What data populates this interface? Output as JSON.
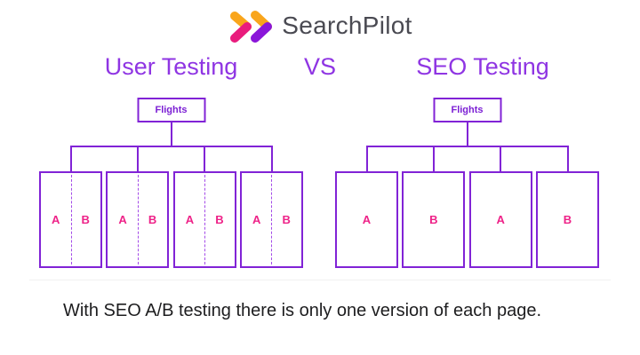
{
  "logo": {
    "text": "SearchPilot",
    "icon": "double-chevron-right-icon",
    "colors": {
      "amber": "#F9A51B",
      "pink": "#E91C7D",
      "purple": "#8A16D9",
      "text": "#4A4A52"
    }
  },
  "comparison": {
    "left_title": "User Testing",
    "vs_label": "VS",
    "right_title": "SEO Testing",
    "title_color": "#8F35E3"
  },
  "user_testing_tree": {
    "root_label": "Flights",
    "pages": [
      {
        "left": "A",
        "right": "B"
      },
      {
        "left": "A",
        "right": "B"
      },
      {
        "left": "A",
        "right": "B"
      },
      {
        "left": "A",
        "right": "B"
      }
    ]
  },
  "seo_testing_tree": {
    "root_label": "Flights",
    "pages": [
      "A",
      "B",
      "A",
      "B"
    ]
  },
  "caption": "With SEO A/B testing there is only one version of each page.",
  "colors": {
    "line_purple": "#8123D6",
    "dashed_divider_purple": "#A44BE8",
    "variant_label_pink": "#EE2288",
    "background": "#FFFFFF"
  }
}
